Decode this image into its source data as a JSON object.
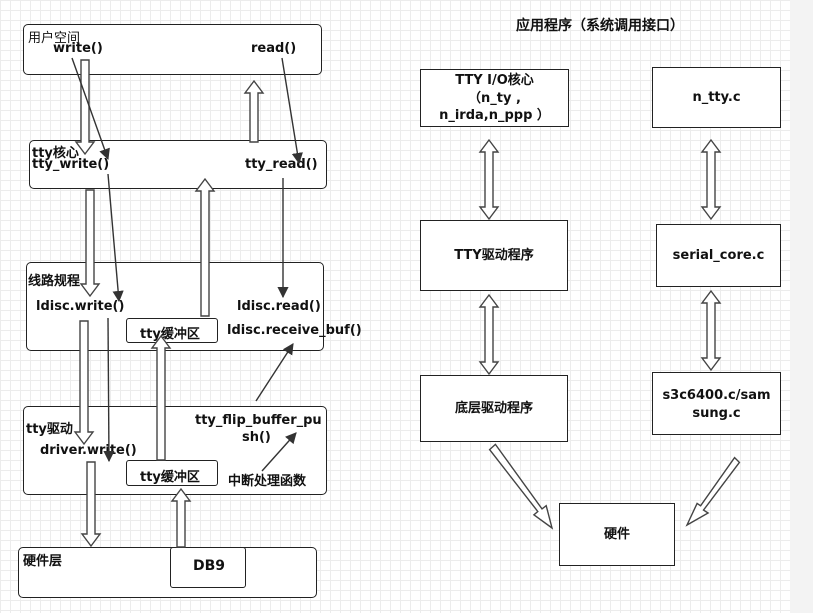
{
  "title": "应用程序（系统调用接口）",
  "left": {
    "user_space": {
      "label": "用户空间",
      "write": "write()",
      "read": "read()"
    },
    "tty_core": {
      "label": "tty核心",
      "write": "tty_write()",
      "read": "tty_read()"
    },
    "line_discipline": {
      "label": "线路规程",
      "write": "ldisc.write()",
      "read": "ldisc.read()",
      "receive": "ldisc.receive_buf()",
      "buffer": "tty缓冲区"
    },
    "tty_driver": {
      "label": "tty驱动",
      "write": "driver.write()",
      "flip_line1": "tty_flip_buffer_pu",
      "flip_line2": "sh()",
      "buffer": "tty缓冲区",
      "interrupt": "中断处理函数"
    },
    "hardware_layer": {
      "label": "硬件层",
      "port": "DB9"
    }
  },
  "right": {
    "tty_io_core": {
      "line1": "TTY I/O核心",
      "line2": "（n_ty ,",
      "line3": "n_irda,n_ppp ）"
    },
    "n_tty": "n_tty.c",
    "tty_driver": "TTY驱动程序",
    "serial_core": "serial_core.c",
    "low_driver": "底层驱动程序",
    "s3c_line1": "s3c6400.c/sam",
    "s3c_line2": "sung.c",
    "hardware": "硬件"
  }
}
